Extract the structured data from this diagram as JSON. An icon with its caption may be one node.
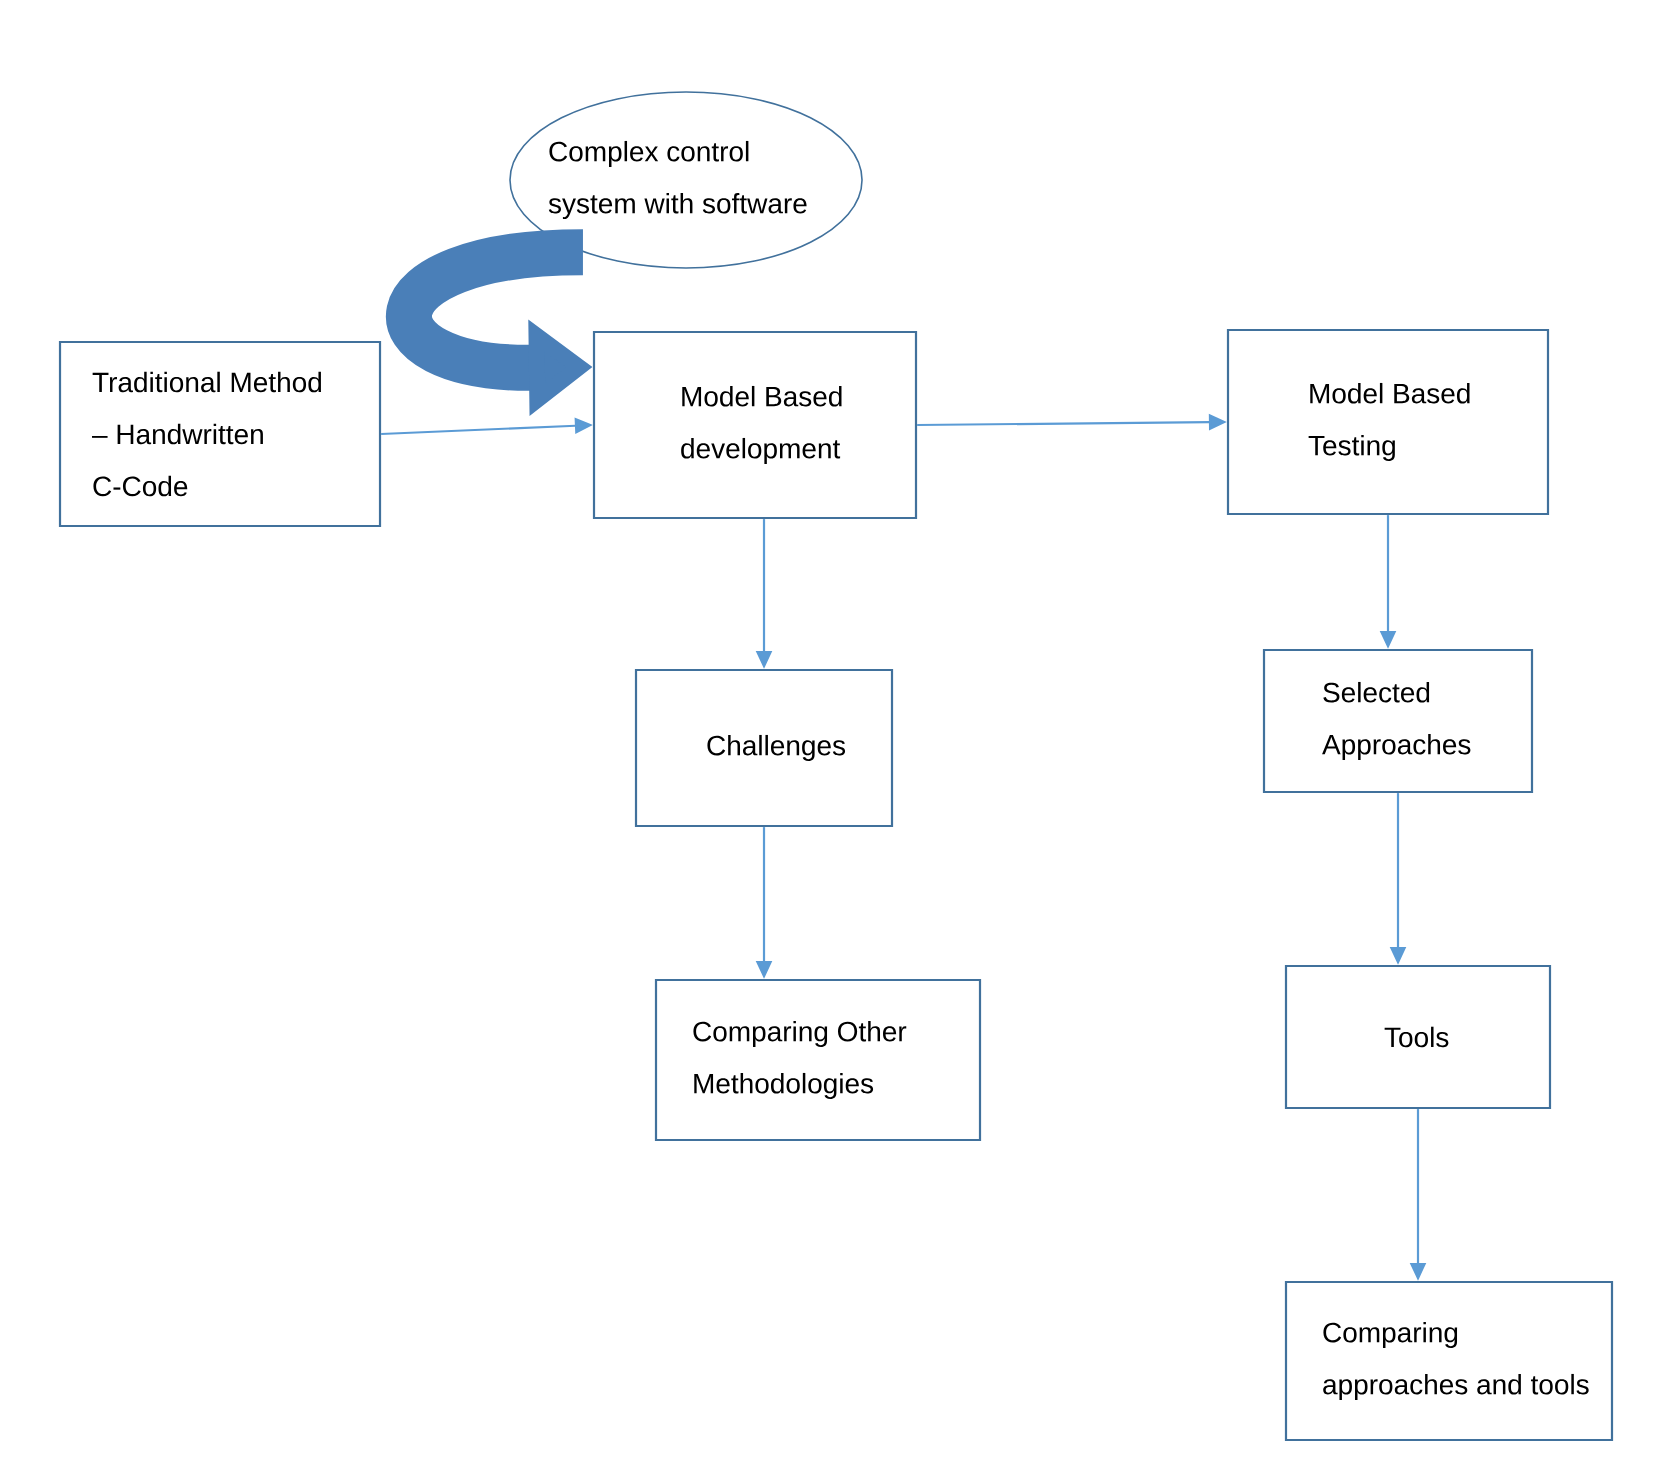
{
  "diagram": {
    "nodes": [
      {
        "text": [
          "Complex control system with software"
        ]
      },
      {
        "text": [
          "Traditional Method – Handwritten C-Code"
        ]
      },
      {
        "text": [
          "Model Based development"
        ]
      },
      {
        "text": [
          "Model Based Testing"
        ]
      },
      {
        "text": [
          "Challenges"
        ]
      },
      {
        "text": [
          "Comparing Other Methodologies"
        ]
      },
      {
        "text": [
          "Selected Approaches"
        ]
      },
      {
        "text": [
          "Tools"
        ]
      },
      {
        "text": [
          "Comparing approaches and tools"
        ]
      }
    ],
    "edges": [
      {
        "from": 0,
        "to": 2,
        "arrow": "to",
        "style": "thick",
        "color": "#4a7fb8"
      },
      {
        "from": 1,
        "to": 2,
        "arrow": "to"
      },
      {
        "from": 2,
        "to": 3,
        "arrow": "to"
      },
      {
        "from": 2,
        "to": 4,
        "arrow": "to"
      },
      {
        "from": 4,
        "to": 5,
        "arrow": "to"
      },
      {
        "from": 3,
        "to": 6,
        "arrow": "to"
      },
      {
        "from": 6,
        "to": 7,
        "arrow": "to"
      },
      {
        "from": 7,
        "to": 8,
        "arrow": "to"
      }
    ]
  }
}
